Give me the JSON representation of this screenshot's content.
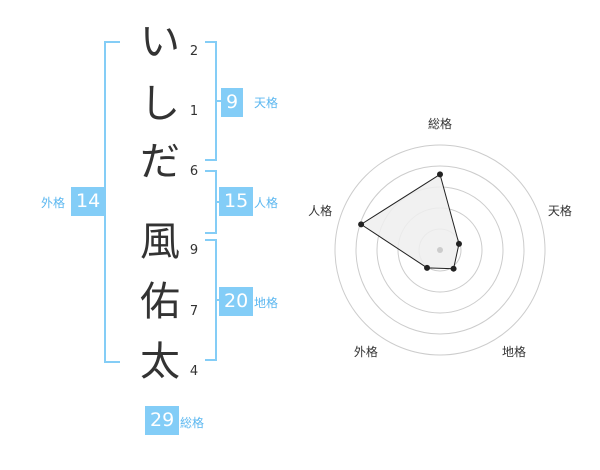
{
  "name": {
    "chars": [
      {
        "char": "い",
        "strokes": "2"
      },
      {
        "char": "し",
        "strokes": "1"
      },
      {
        "char": "だ",
        "strokes": "6"
      },
      {
        "char": "風",
        "strokes": "9"
      },
      {
        "char": "佑",
        "strokes": "7"
      },
      {
        "char": "太",
        "strokes": "4"
      }
    ]
  },
  "fortune": {
    "tenkaku": {
      "value": "9",
      "label": "天格"
    },
    "jinkaku": {
      "value": "15",
      "label": "人格"
    },
    "chikaku": {
      "value": "20",
      "label": "地格"
    },
    "gaikaku": {
      "value": "14",
      "label": "外格"
    },
    "soukaku": {
      "value": "29",
      "label": "総格"
    }
  },
  "chart_data": {
    "type": "radar",
    "axes": [
      "総格",
      "天格",
      "地格",
      "外格",
      "人格"
    ],
    "values": [
      0.72,
      0.19,
      0.22,
      0.21,
      0.79
    ],
    "rmax": 1,
    "rings": 5,
    "colors": {
      "fill": "#efefef",
      "line": "#222222",
      "ring": "#cccccc",
      "center": "#cccccc"
    }
  }
}
